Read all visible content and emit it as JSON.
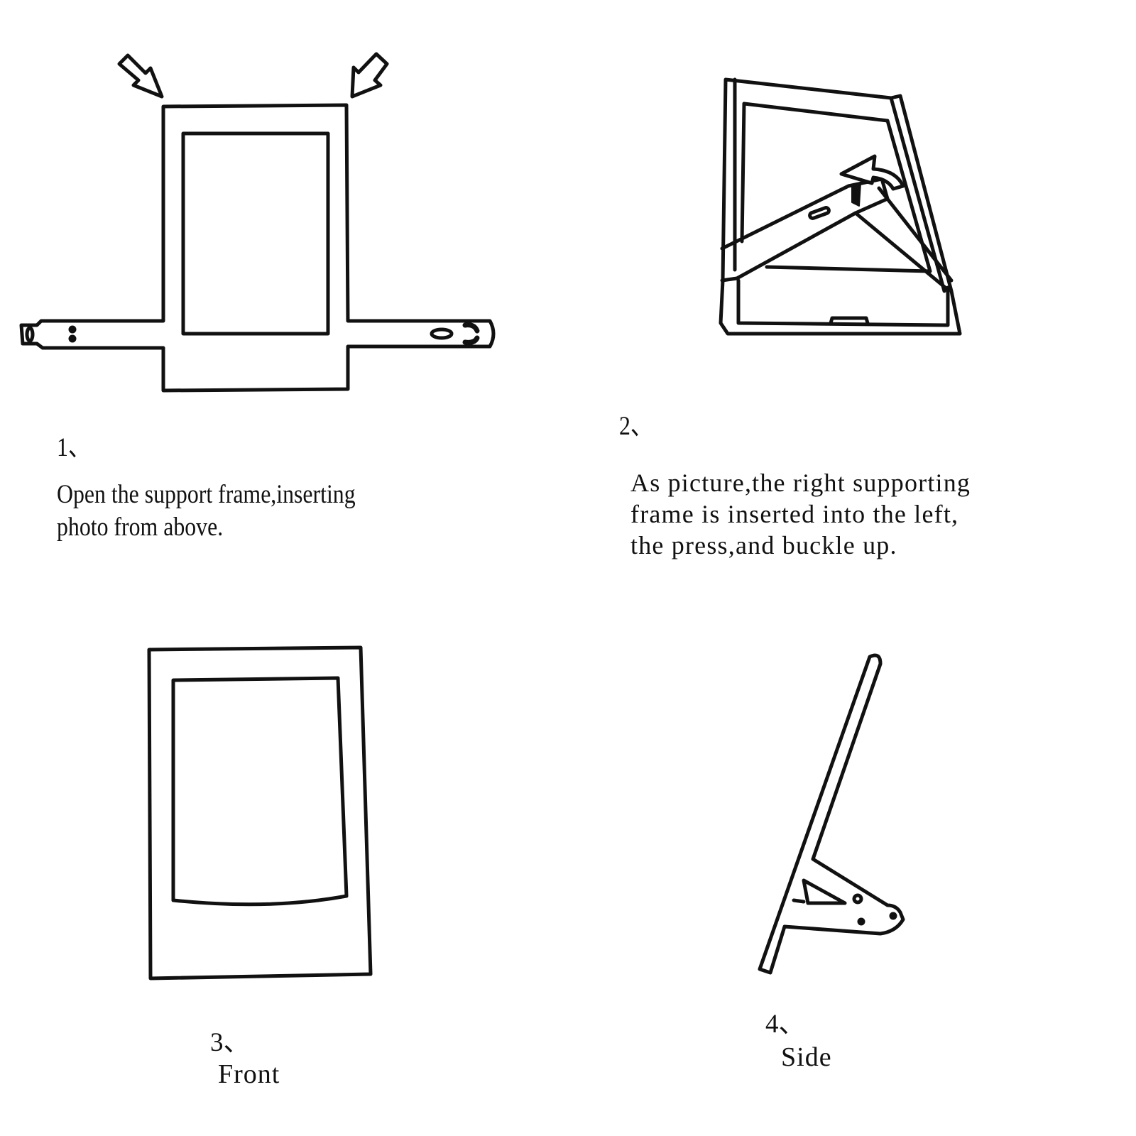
{
  "steps": [
    {
      "number": "1、",
      "text_lines": [
        "Open the support frame,inserting",
        "photo from above."
      ]
    },
    {
      "number": "2、",
      "text_lines": [
        "As picture,the right supporting",
        "frame is inserted into the left,",
        "the press,and buckle up."
      ]
    },
    {
      "number": "3、",
      "caption": "Front"
    },
    {
      "number": "4、",
      "caption": "Side"
    }
  ]
}
